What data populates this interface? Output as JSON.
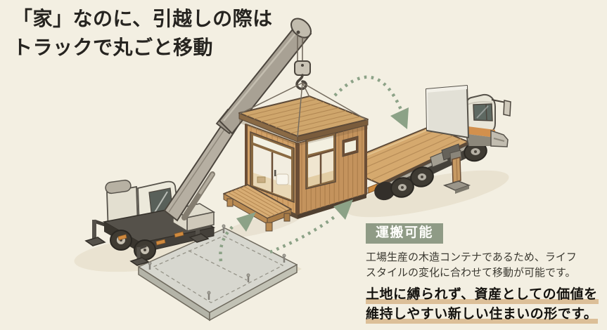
{
  "title": {
    "lines": [
      "「家」なのに、引越しの際は",
      "トラックで丸ごと移動"
    ]
  },
  "caption": {
    "badge": "運搬可能",
    "body_lines": [
      "工場生産の木造コンテナであるため、ライフ",
      "スタイルの変化に合わせて移動が可能です。"
    ],
    "emphasis_lines": [
      "土地に縛られず、資産としての価値を",
      "維持しやすい新しい住まいの形です。"
    ]
  },
  "illustration": {
    "icons": [
      "crane-truck-icon",
      "crane-hook-icon",
      "wooden-container-house-icon",
      "flatbed-truck-icon",
      "concrete-foundation-pad-icon",
      "move-arrow-icon"
    ]
  },
  "colors": {
    "background": "#f3efe2",
    "title_text": "#262420",
    "body_text": "#3b3931",
    "badge_bg": "#8f9b86",
    "badge_text": "#fdfdfa",
    "emphasis_highlight": "#dcbf98",
    "arrow_green": "#8ca287"
  }
}
